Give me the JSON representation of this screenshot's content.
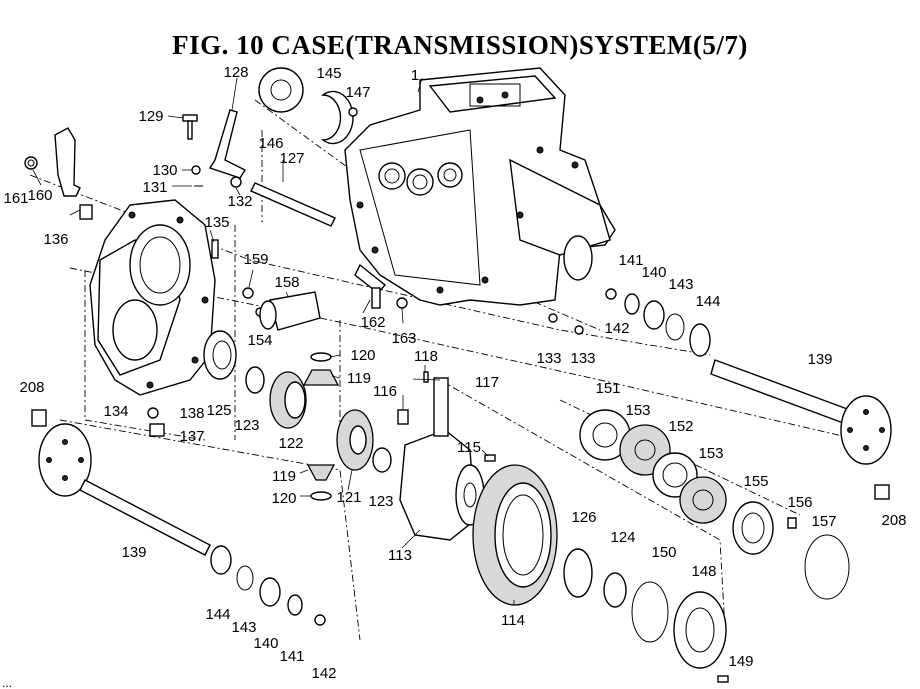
{
  "title": "FIG. 10  CASE(TRANSMISSION)SYSTEM(5/7)",
  "drawing_code": "...",
  "callouts": [
    {
      "id": "c1",
      "label": "1"
    },
    {
      "id": "c113",
      "label": "113"
    },
    {
      "id": "c114",
      "label": "114"
    },
    {
      "id": "c115",
      "label": "115"
    },
    {
      "id": "c116",
      "label": "116"
    },
    {
      "id": "c117",
      "label": "117"
    },
    {
      "id": "c118",
      "label": "118"
    },
    {
      "id": "c119a",
      "label": "119"
    },
    {
      "id": "c119b",
      "label": "119"
    },
    {
      "id": "c120a",
      "label": "120"
    },
    {
      "id": "c120b",
      "label": "120"
    },
    {
      "id": "c121",
      "label": "121"
    },
    {
      "id": "c122",
      "label": "122"
    },
    {
      "id": "c123a",
      "label": "123"
    },
    {
      "id": "c123b",
      "label": "123"
    },
    {
      "id": "c124",
      "label": "124"
    },
    {
      "id": "c125",
      "label": "125"
    },
    {
      "id": "c126",
      "label": "126"
    },
    {
      "id": "c127",
      "label": "127"
    },
    {
      "id": "c128",
      "label": "128"
    },
    {
      "id": "c129",
      "label": "129"
    },
    {
      "id": "c130",
      "label": "130"
    },
    {
      "id": "c131",
      "label": "131"
    },
    {
      "id": "c132",
      "label": "132"
    },
    {
      "id": "c133a",
      "label": "133"
    },
    {
      "id": "c133b",
      "label": "133"
    },
    {
      "id": "c134",
      "label": "134"
    },
    {
      "id": "c135",
      "label": "135"
    },
    {
      "id": "c136",
      "label": "136"
    },
    {
      "id": "c137",
      "label": "137"
    },
    {
      "id": "c138",
      "label": "138"
    },
    {
      "id": "c139a",
      "label": "139"
    },
    {
      "id": "c139b",
      "label": "139"
    },
    {
      "id": "c140a",
      "label": "140"
    },
    {
      "id": "c140b",
      "label": "140"
    },
    {
      "id": "c141a",
      "label": "141"
    },
    {
      "id": "c141b",
      "label": "141"
    },
    {
      "id": "c142a",
      "label": "142"
    },
    {
      "id": "c142b",
      "label": "142"
    },
    {
      "id": "c143a",
      "label": "143"
    },
    {
      "id": "c143b",
      "label": "143"
    },
    {
      "id": "c144a",
      "label": "144"
    },
    {
      "id": "c144b",
      "label": "144"
    },
    {
      "id": "c145",
      "label": "145"
    },
    {
      "id": "c146",
      "label": "146"
    },
    {
      "id": "c147",
      "label": "147"
    },
    {
      "id": "c148",
      "label": "148"
    },
    {
      "id": "c149",
      "label": "149"
    },
    {
      "id": "c150",
      "label": "150"
    },
    {
      "id": "c151",
      "label": "151"
    },
    {
      "id": "c152",
      "label": "152"
    },
    {
      "id": "c153a",
      "label": "153"
    },
    {
      "id": "c153b",
      "label": "153"
    },
    {
      "id": "c154",
      "label": "154"
    },
    {
      "id": "c155",
      "label": "155"
    },
    {
      "id": "c156",
      "label": "156"
    },
    {
      "id": "c157",
      "label": "157"
    },
    {
      "id": "c158",
      "label": "158"
    },
    {
      "id": "c159",
      "label": "159"
    },
    {
      "id": "c160",
      "label": "160"
    },
    {
      "id": "c161",
      "label": "161"
    },
    {
      "id": "c162",
      "label": "162"
    },
    {
      "id": "c163",
      "label": "163"
    },
    {
      "id": "c208a",
      "label": "208"
    },
    {
      "id": "c208b",
      "label": "208"
    }
  ]
}
